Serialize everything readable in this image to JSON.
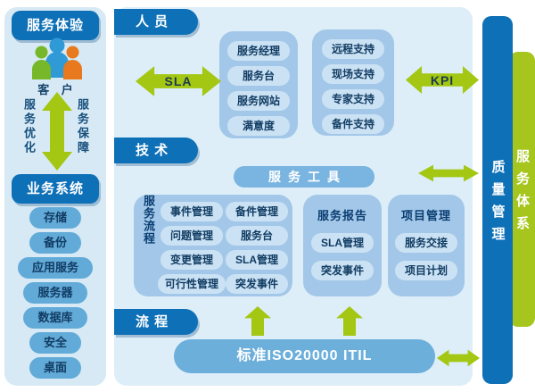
{
  "colors": {
    "header_blue": "#0e70b7",
    "panel_blue": "#ddeef8",
    "group_box_blue": "#a3c7e8",
    "pill_blue": "#62aad8",
    "pill_light_blue": "#cbe2f4",
    "accent_green": "#a3c712",
    "text_navy": "#113c63"
  },
  "icons": {
    "customers-icon": "three-person silhouette (green/blue/orange)",
    "double-arrow": "double-headed green arrow",
    "up-arrow": "green up arrow"
  },
  "left_panel": {
    "header": "服务体验",
    "customer": "客 户",
    "arrow_left_label": "服务优化",
    "arrow_right_label": "服务保障",
    "systems_header": "业务系统",
    "items": [
      "存储",
      "备份",
      "应用服务",
      "服务器",
      "数据库",
      "安全",
      "桌面"
    ]
  },
  "main": {
    "tab_people": "人 员",
    "tab_tech": "技 术",
    "tab_process": "流 程",
    "sla_label": "SLA",
    "kpi_label": "KPI",
    "service_team": [
      "服务经理",
      "服务台",
      "服务网站",
      "满意度"
    ],
    "support_team": [
      "远程支持",
      "现场支持",
      "专家支持",
      "备件支持"
    ],
    "tools_header": "服务工具",
    "process": {
      "title": "服务流程",
      "items": [
        "事件管理",
        "备件管理",
        "问题管理",
        "服务台",
        "变更管理",
        "SLA管理",
        "可行性管理",
        "突发事件"
      ]
    },
    "report": {
      "title": "服务报告",
      "items": [
        "SLA管理",
        "突发事件"
      ]
    },
    "project": {
      "title": "项目管理",
      "items": [
        "服务交接",
        "项目计划"
      ]
    },
    "standard": "标准ISO20000 ITIL"
  },
  "right_bars": {
    "quality": "质量管理",
    "system": "服务体系"
  }
}
